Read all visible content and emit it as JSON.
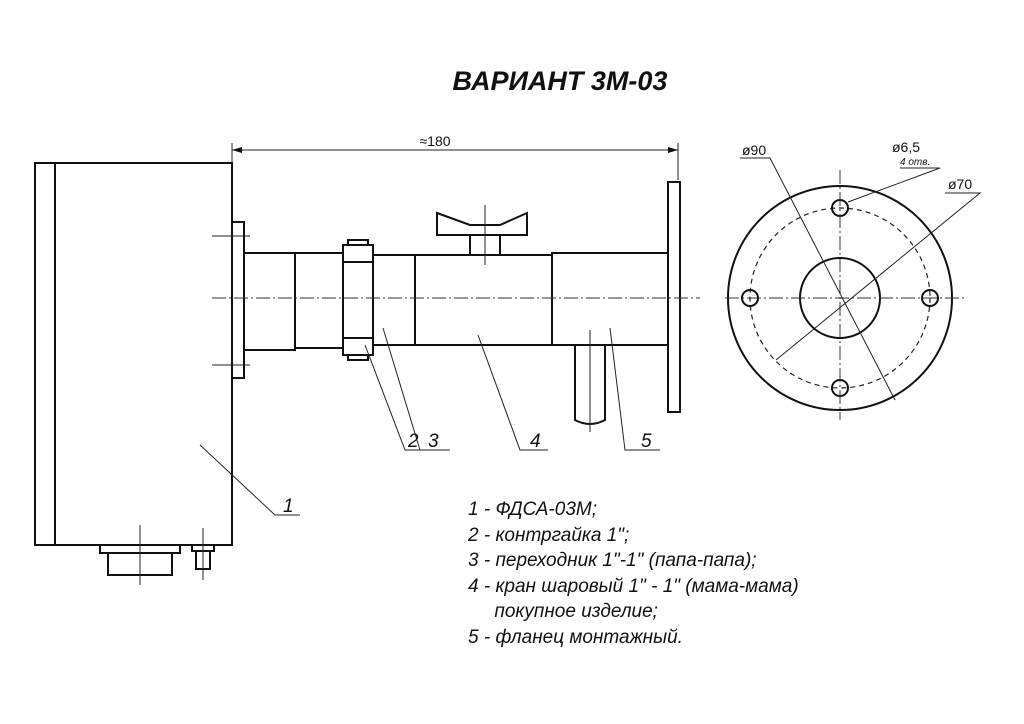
{
  "title": "ВАРИАНТ  3М-03",
  "dimensions": {
    "length": "≈180",
    "outer_diameter": "ø90",
    "hole_diameter": "ø6,5",
    "hole_count": "4 отв.",
    "bolt_circle": "ø70"
  },
  "callouts": [
    "1",
    "2",
    "3",
    "4",
    "5"
  ],
  "legend": [
    "1 - ФДСА-03М;",
    "2 - контргайка 1\";",
    "3 - переходник 1\"-1\" (папа-папа);",
    "4 - кран шаровый 1\" - 1\" (мама-мама)",
    "     покупное изделие;",
    "5 - фланец монтажный."
  ]
}
